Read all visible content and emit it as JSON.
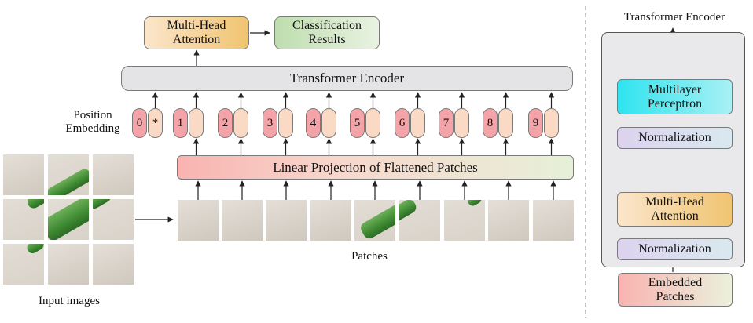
{
  "left": {
    "mha_label": "Multi-Head\nAttention",
    "cls_label": "Classification\nResults",
    "encoder_label": "Transformer Encoder",
    "pos_label": "Position\nEmbedding",
    "projection_label": "Linear Projection of Flattened Patches",
    "patches_caption": "Patches",
    "input_caption": "Input images",
    "tokens": [
      "0",
      "1",
      "2",
      "3",
      "4",
      "5",
      "6",
      "7",
      "8",
      "9"
    ],
    "cls_token": "*"
  },
  "right": {
    "title": "Transformer Encoder",
    "mlp_label": "Multilayer\nPerceptron",
    "norm_top_label": "Normalization",
    "mha_label": "Multi-Head\nAttention",
    "norm_bottom_label": "Normalization",
    "embedded_label": "Embedded\nPatches"
  },
  "colors": {
    "mha": "#f1c77a",
    "cls": "#cfe6bf",
    "encoder": "#e4e4e6",
    "projection_start": "#f9b6b3",
    "projection_end": "#e3efd6",
    "mlp": "#3fe0ec",
    "norm": "#d8d6ea",
    "token_pos": "#f4a4a8",
    "token_emb": "#fbdac5",
    "bottle_green": "#3e8a32"
  }
}
